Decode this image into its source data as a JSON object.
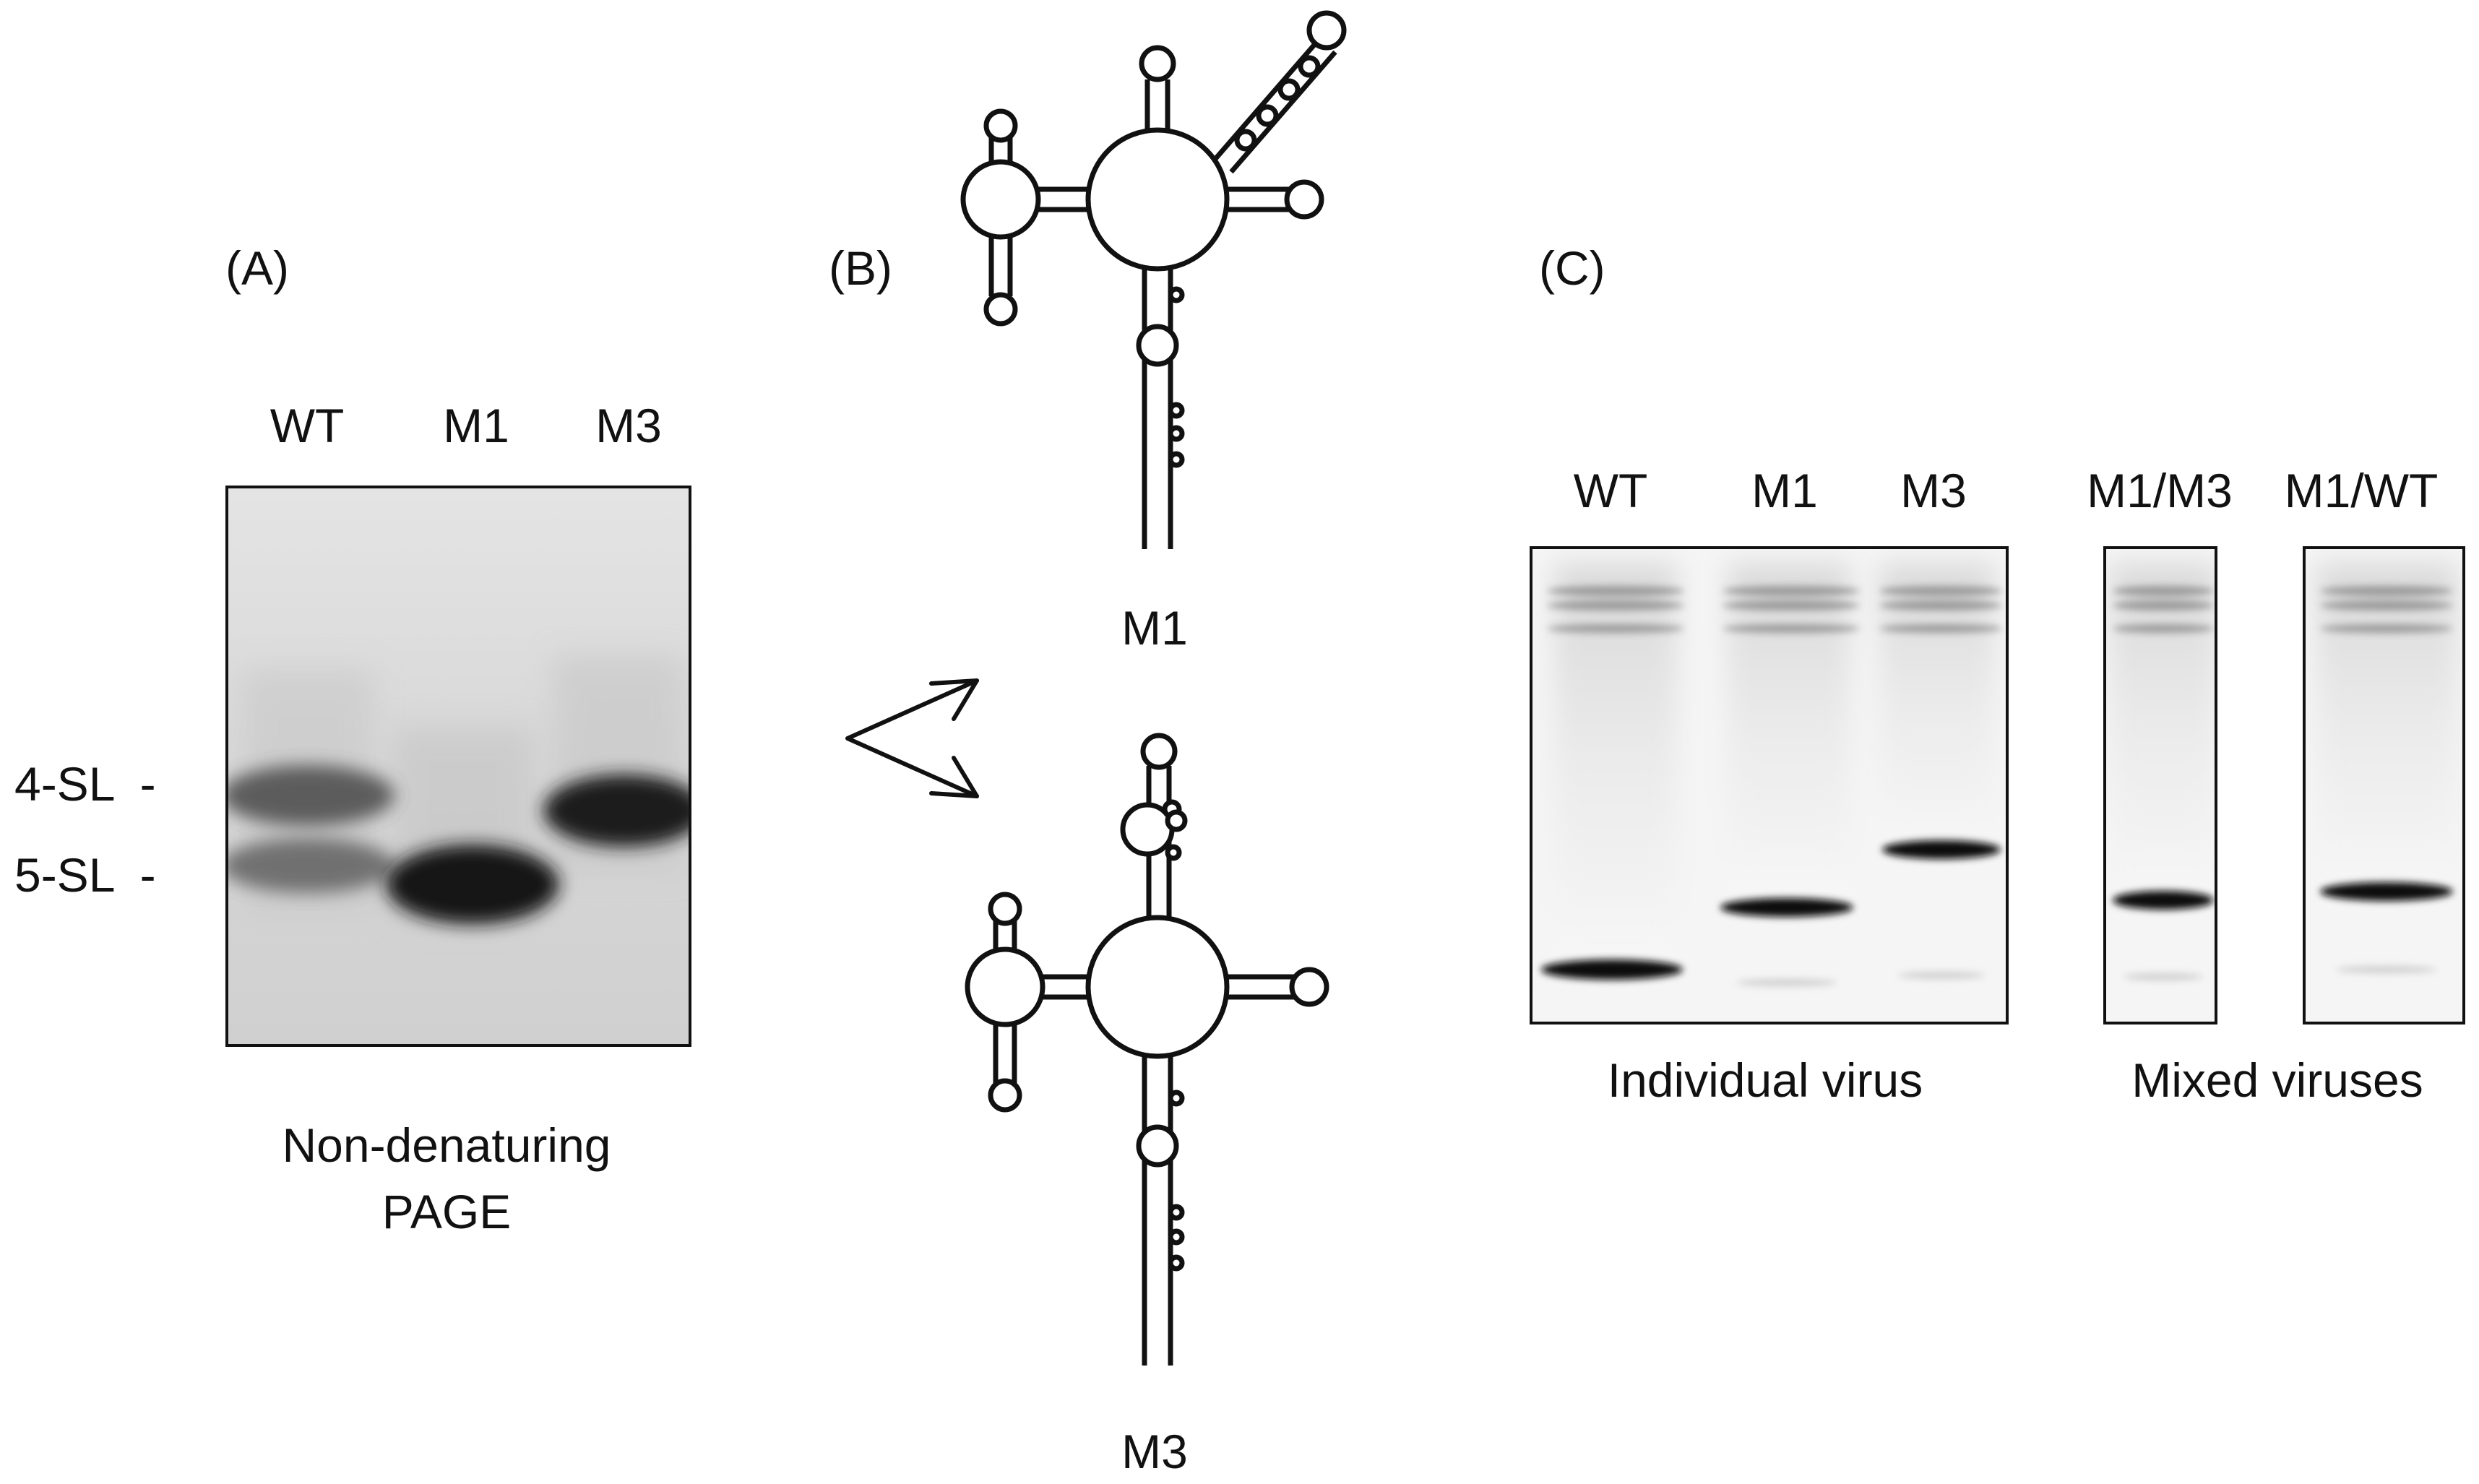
{
  "panel_a": {
    "tag": "(A)",
    "lanes": [
      "WT",
      "M1",
      "M3"
    ],
    "markers": [
      "4-SL  -",
      "5-SL  -"
    ],
    "caption_line1": "Non-denaturing",
    "caption_line2": "PAGE"
  },
  "panel_b": {
    "tag": "(B)",
    "structure_top_label": "M1",
    "structure_bottom_label": "M3"
  },
  "panel_c": {
    "tag": "(C)",
    "lanes_individual": [
      "WT",
      "M1",
      "M3"
    ],
    "lanes_mixed": [
      "M1/M3",
      "M1/WT"
    ],
    "caption_individual": "Individual virus",
    "caption_mixed": "Mixed viruses"
  }
}
